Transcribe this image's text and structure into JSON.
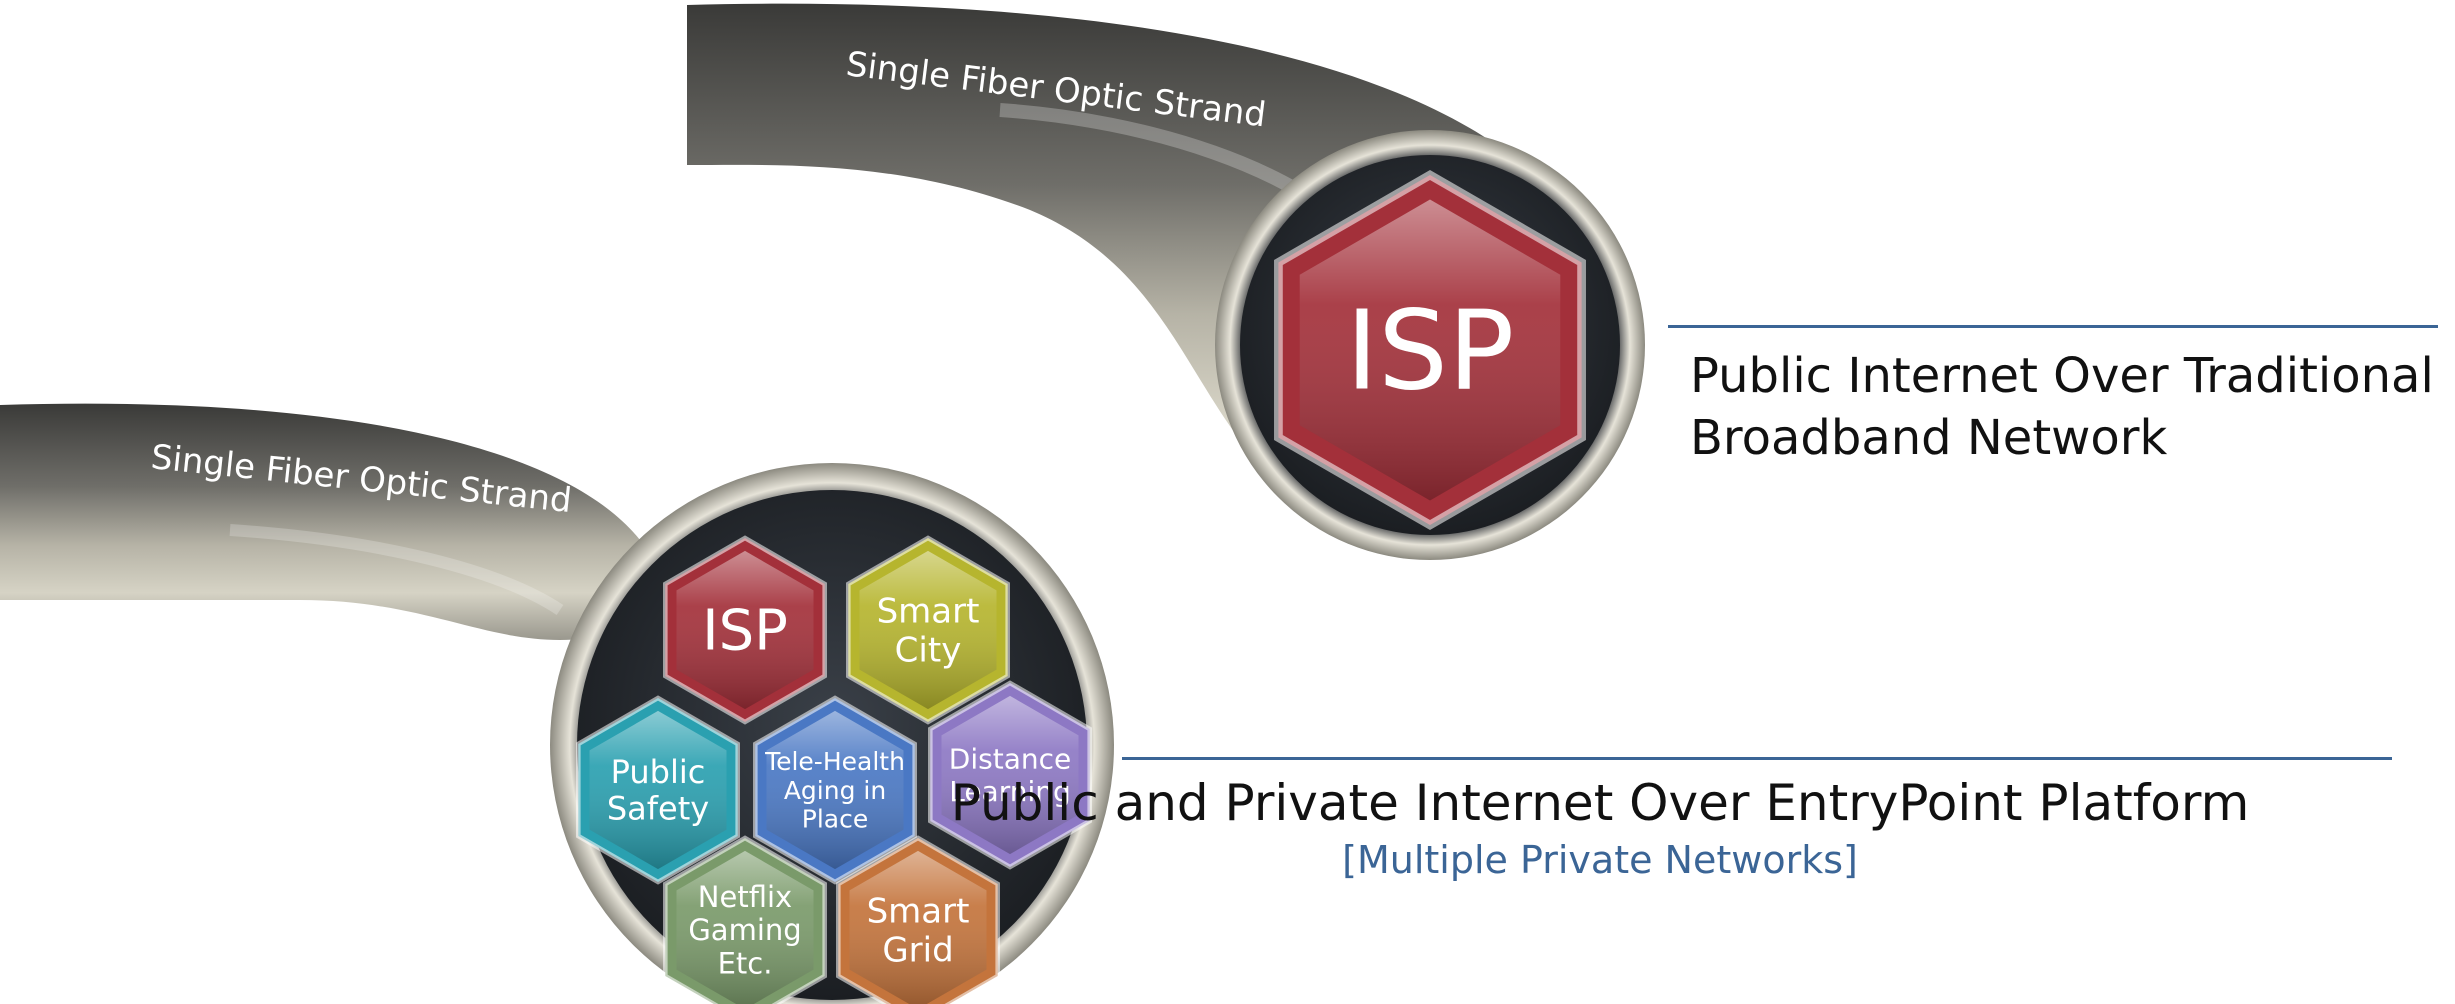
{
  "top_cable": {
    "strand_label": "Single Fiber Optic Strand",
    "core_label": "ISP",
    "core_color": "#a3303a",
    "caption_line1": "Public Internet Over Traditional",
    "caption_line2": "Broadband Network"
  },
  "bottom_cable": {
    "strand_label": "Single Fiber Optic Strand",
    "cores": [
      {
        "id": "isp",
        "lines": [
          "ISP"
        ],
        "color": "#a3303a"
      },
      {
        "id": "smart-city",
        "lines": [
          "Smart",
          "City"
        ],
        "color": "#b6b52e"
      },
      {
        "id": "public-safety",
        "lines": [
          "Public",
          "Safety"
        ],
        "color": "#2aa0b0"
      },
      {
        "id": "tele-health",
        "lines": [
          "Tele-Health",
          "Aging in",
          "Place"
        ],
        "color": "#4a78c4"
      },
      {
        "id": "distance-learning",
        "lines": [
          "Distance",
          "Learning"
        ],
        "color": "#8d78c4"
      },
      {
        "id": "netflix-gaming",
        "lines": [
          "Netflix",
          "Gaming",
          "Etc."
        ],
        "color": "#7a9a6a"
      },
      {
        "id": "smart-grid",
        "lines": [
          "Smart",
          "Grid"
        ],
        "color": "#c4743c"
      }
    ],
    "caption": "Public and Private Internet Over EntryPoint Platform",
    "subcaption": "[Multiple Private Networks]"
  },
  "accent_color": "#3b6596"
}
